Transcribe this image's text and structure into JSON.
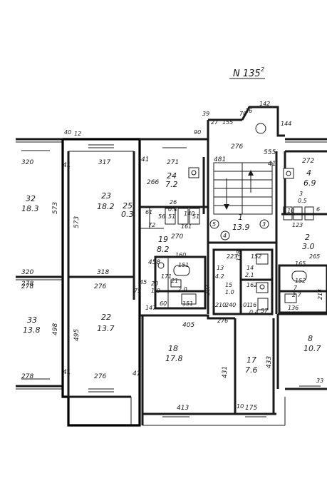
{
  "title": "N 135",
  "title_sup": "2",
  "rooms": [
    {
      "id": "32",
      "num": "32",
      "area": "18.3",
      "w": "320",
      "h": "573"
    },
    {
      "id": "33",
      "num": "33",
      "area": "13.8",
      "w": "278",
      "h": "498"
    },
    {
      "id": "23",
      "num": "23",
      "area": "18.2",
      "w": "317",
      "h": "573"
    },
    {
      "id": "22",
      "num": "22",
      "area": "13.7",
      "w": "276",
      "h": "495"
    },
    {
      "id": "24",
      "num": "24",
      "area": "7.2"
    },
    {
      "id": "25",
      "num": "25",
      "area": "0.3"
    },
    {
      "id": "26",
      "num": "26",
      "area": "0.4"
    },
    {
      "id": "19",
      "num": "19",
      "area": "8.2"
    },
    {
      "id": "21",
      "num": "21",
      "area": "2.0"
    },
    {
      "id": "20",
      "num": "20",
      "area": "1.0"
    },
    {
      "id": "18",
      "num": "18",
      "area": "17.8"
    },
    {
      "id": "17",
      "num": "17",
      "area": "7.6"
    },
    {
      "id": "1",
      "num": "1",
      "area": "13.9"
    },
    {
      "id": "13",
      "num": "13",
      "area": "4.2"
    },
    {
      "id": "14",
      "num": "14",
      "area": "2.1"
    },
    {
      "id": "15",
      "num": "15",
      "area": "1.0"
    },
    {
      "id": "16",
      "num": "16",
      "area": "0.4"
    },
    {
      "id": "3",
      "num": "3",
      "area": "0.5"
    },
    {
      "id": "4",
      "num": "4",
      "area": "6.9"
    },
    {
      "id": "2",
      "num": "2",
      "area": "3.0"
    },
    {
      "id": "7",
      "num": "7",
      "area": "2.7"
    },
    {
      "id": "8",
      "num": "8",
      "area": "10.7"
    }
  ],
  "dimensions": {
    "d40": "40",
    "d12": "12",
    "d39": "39",
    "d90": "90",
    "d27": "27",
    "d155": "155",
    "d70": "70",
    "d16": "16",
    "d142": "142",
    "d144": "144",
    "d481": "481",
    "d276a": "276",
    "d555": "555",
    "d272": "272",
    "d271": "271",
    "d266": "266",
    "d41a": "41",
    "d41b": "41",
    "d41c": "41",
    "d41d": "41",
    "d270": "270",
    "d458": "458",
    "d318": "318",
    "d320b": "320",
    "d278b": "278",
    "d276b": "276",
    "d278c": "278",
    "d276c": "276",
    "d405": "405",
    "d413": "413",
    "d175": "175",
    "d10": "10",
    "d431": "431",
    "d433": "433",
    "d147": "147",
    "d60": "60",
    "d151a": "151",
    "d151b": "151",
    "d160": "160",
    "d171": "171",
    "d45": "45",
    "d75": "75",
    "d123": "123",
    "d265": "265",
    "d165": "165",
    "d152a": "152",
    "d152b": "152",
    "d162": "162",
    "d223": "223",
    "d138": "138",
    "d136": "136",
    "d110": "110",
    "d240": "240",
    "d101": "101",
    "d57": "57",
    "d72": "72",
    "d51a": "51",
    "d51b": "51",
    "d56": "56",
    "d61": "61",
    "d161": "161",
    "d140": "140",
    "d210": "210",
    "d207": "207",
    "d214": "214",
    "d33": "33",
    "d6": "6",
    "d3": "3",
    "d4": "4",
    "d5": "5",
    "d276z": "276",
    "d41e": "41"
  }
}
